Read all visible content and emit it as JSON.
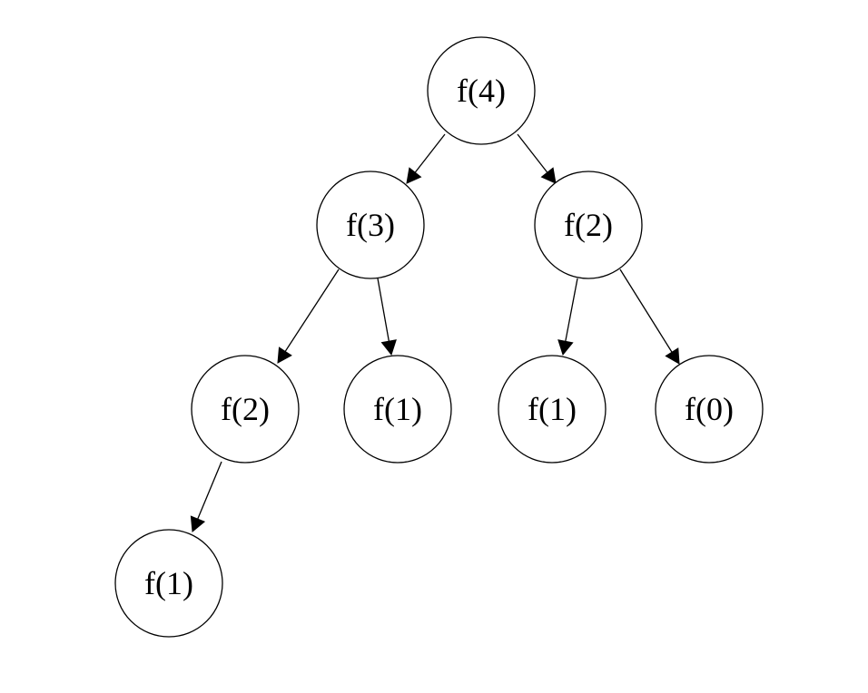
{
  "tree": {
    "nodes": [
      {
        "id": "n4",
        "label": "f(4)"
      },
      {
        "id": "n3",
        "label": "f(3)"
      },
      {
        "id": "n2a",
        "label": "f(2)"
      },
      {
        "id": "n2b",
        "label": "f(2)"
      },
      {
        "id": "n1a",
        "label": "f(1)"
      },
      {
        "id": "n1b",
        "label": "f(1)"
      },
      {
        "id": "n0",
        "label": "f(0)"
      },
      {
        "id": "n1c",
        "label": "f(1)"
      }
    ],
    "edges": [
      {
        "from": "n4",
        "to": "n3"
      },
      {
        "from": "n4",
        "to": "n2a"
      },
      {
        "from": "n3",
        "to": "n2b"
      },
      {
        "from": "n3",
        "to": "n1a"
      },
      {
        "from": "n2a",
        "to": "n1b"
      },
      {
        "from": "n2a",
        "to": "n0"
      },
      {
        "from": "n2b",
        "to": "n1c"
      }
    ]
  }
}
